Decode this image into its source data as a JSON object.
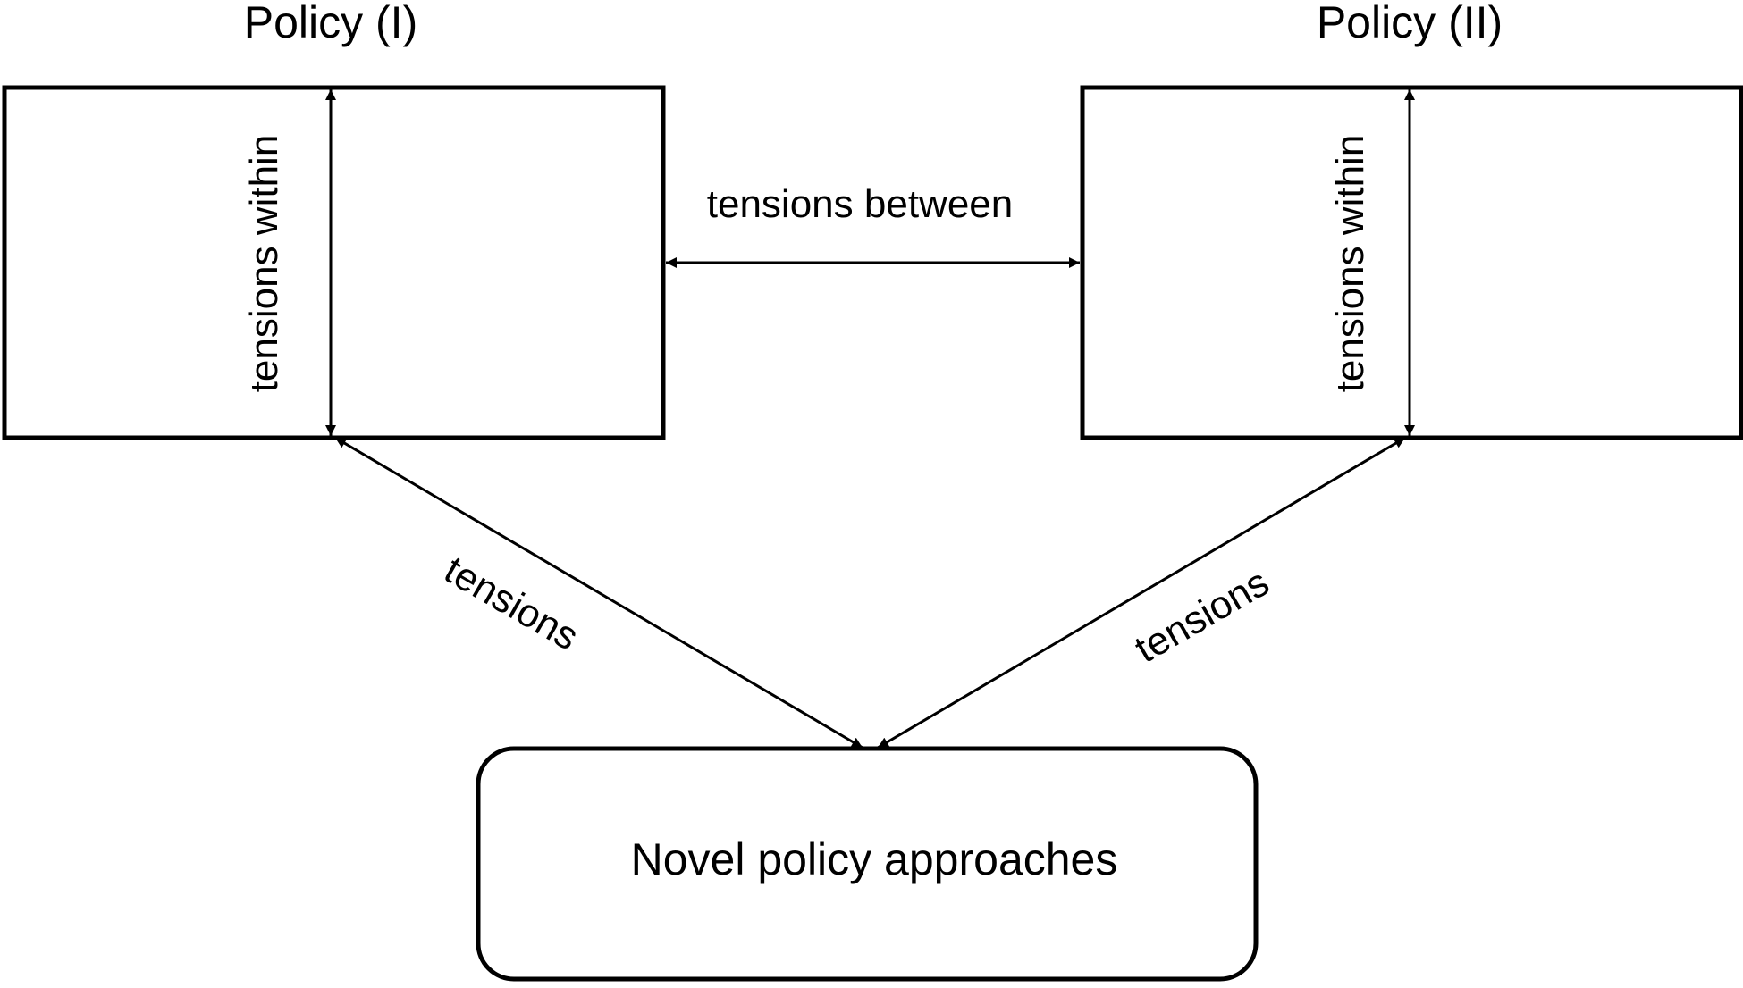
{
  "policy_one": {
    "title": "Policy (I)",
    "inner_label": "tensions within"
  },
  "policy_two": {
    "title": "Policy (II)",
    "inner_label": "tensions within"
  },
  "between_label": "tensions between",
  "left_diagonal_label": "tensions",
  "right_diagonal_label": "tensions",
  "novel_box": {
    "label": "Novel policy approaches"
  }
}
